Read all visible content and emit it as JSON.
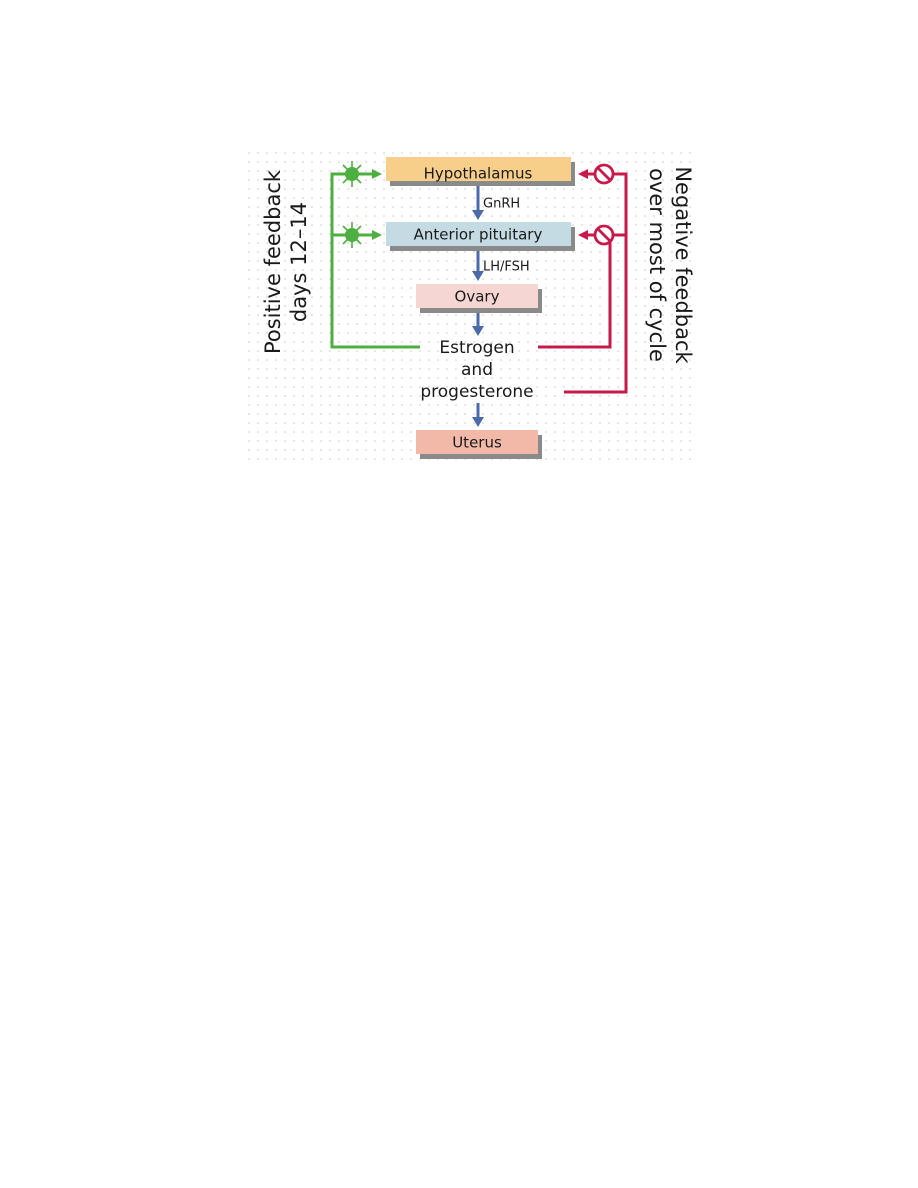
{
  "diagram": {
    "nodes": {
      "hypothalamus": "Hypothalamus",
      "anterior_pituitary": "Anterior pituitary",
      "ovary": "Ovary",
      "estrogen_line1": "Estrogen",
      "estrogen_line2": "and",
      "estrogen_line3": "progesterone",
      "uterus": "Uterus"
    },
    "hormones": {
      "gnrh": "GnRH",
      "lh_fsh": "LH/FSH"
    },
    "positive_feedback": {
      "line1": "Positive feedback",
      "line2": "days 12–14",
      "color": "#4caf3f"
    },
    "negative_feedback": {
      "line1": "Negative feedback",
      "line2": "over most of cycle",
      "color": "#c8194b"
    },
    "colors": {
      "hypothalamus_fill": "#f8cf8a",
      "pituitary_fill": "#c5dbe4",
      "ovary_fill": "#f6d6d3",
      "uterus_fill": "#f3b9a8",
      "flow_arrow": "#4a6aa8"
    },
    "icons": {
      "stimulation": "green-starburst-icon",
      "inhibition": "no-symbol-icon"
    }
  }
}
